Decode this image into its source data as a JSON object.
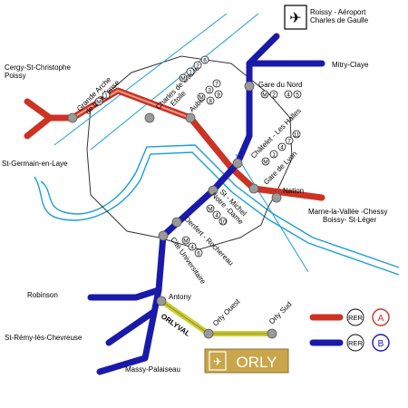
{
  "colors": {
    "rer_a": "#cc3322",
    "rer_b": "#1a1aaa",
    "orlyval": "#cccc33",
    "seine": "#1a9fd6",
    "peripherique": "#333333",
    "station": "#9a9a9a",
    "orly_box": "#c9a64b"
  },
  "airports": {
    "cdg": {
      "icon": "airplane-icon",
      "line1": "Roissy - Aéroport",
      "line2": "Charles de Gaulle"
    },
    "orly": {
      "icon": "airplane-icon",
      "label": "ORLY"
    }
  },
  "terminals": {
    "cergy": {
      "line1": "Cergy-St-Christophe",
      "line2": "Poissy"
    },
    "st_germain": "St-Germain-en-Laye",
    "mitry": "Mitry-Claye",
    "marne": {
      "line1": "Marne-la-Vallée -Chessy",
      "line2": "Boissy- St-Léger"
    },
    "robinson": "Robinson",
    "st_remy": "St-Rémy-lès-Chevreuse",
    "massy": "Massy-Palaiseau"
  },
  "stations": {
    "defense": {
      "line1": "Grande Arche",
      "line2": "de la Défense",
      "metro": [
        "1"
      ]
    },
    "etoile": {
      "line1": "Charles de Gaulle",
      "line2": "Etoile",
      "metro": [
        "1",
        "2",
        "6"
      ]
    },
    "auber": {
      "line1": "Auber",
      "metro": [
        "3",
        "7",
        "8",
        "9"
      ]
    },
    "gare_nord": {
      "line1": "Gare du Nord",
      "metro": [
        "2",
        "4",
        "5"
      ]
    },
    "chatelet": {
      "line1": "Châtelet - Les Halles",
      "metro": [
        "1",
        "4",
        "7",
        "11"
      ]
    },
    "gare_lyon": {
      "line1": "Gare de Lyon",
      "metro": [
        "1",
        "14"
      ]
    },
    "nation": {
      "line1": "Nation"
    },
    "st_michel": {
      "line1": "St - Michel",
      "line2": "Notre -Dame",
      "metro": [
        "4",
        "10"
      ]
    },
    "denfert": {
      "line1": "Denfert - Rochereau",
      "metro": [
        "4",
        "6"
      ]
    },
    "cite_u": {
      "line1": "Cité Universitaire"
    },
    "antony": {
      "line1": "Antony"
    },
    "orly_ouest": {
      "line1": "Orly Ouest"
    },
    "orly_sud": {
      "line1": "Orly Sud"
    },
    "orlyval": "ORLYVAL"
  },
  "metro_letter": "M",
  "legend": [
    {
      "rer": "RER",
      "line": "A",
      "color": "#cc3322"
    },
    {
      "rer": "RER",
      "line": "B",
      "color": "#1a1aaa"
    }
  ]
}
